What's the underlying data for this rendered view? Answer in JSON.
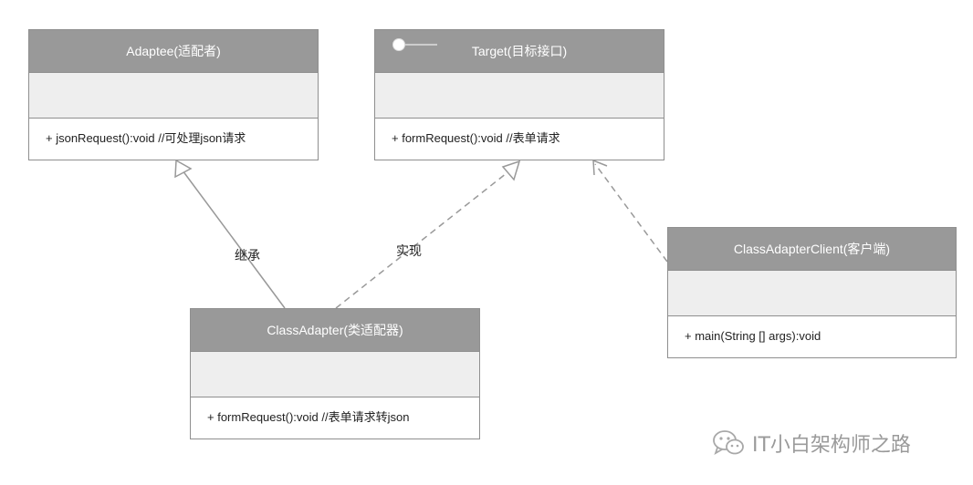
{
  "classes": {
    "adaptee": {
      "name": "Adaptee(适配者)",
      "op": "+ jsonRequest():void //可处理json请求"
    },
    "target": {
      "name": "Target(目标接口)",
      "op": "+ formRequest():void //表单请求"
    },
    "client": {
      "name": "ClassAdapterClient(客户端)",
      "op": "+ main(String [] args):void"
    },
    "adapter": {
      "name": "ClassAdapter(类适配器)",
      "op": "+ formRequest():void //表单请求转json"
    }
  },
  "relations": {
    "inherit_label": "继承",
    "realize_label": "实现"
  },
  "watermark": {
    "text": "IT小白架构师之路",
    "icon": "wechat-icon"
  },
  "colors": {
    "header": "#999999",
    "attrs": "#eeeeee",
    "border": "#8f8f8f",
    "line": "#999999"
  }
}
